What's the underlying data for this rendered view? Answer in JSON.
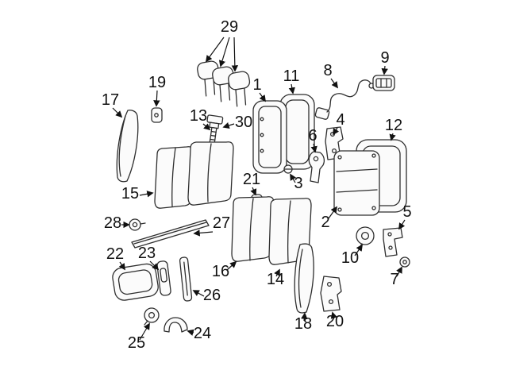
{
  "diagram": {
    "kind": "exploded-parts-line-drawing",
    "colors": {
      "background": "#ffffff",
      "line": "#2e2e2e",
      "leader": "#111111",
      "label": "#111111",
      "part_fill": "#fbfbfb"
    },
    "labels": [
      {
        "num": "1"
      },
      {
        "num": "2"
      },
      {
        "num": "3"
      },
      {
        "num": "4"
      },
      {
        "num": "5"
      },
      {
        "num": "6"
      },
      {
        "num": "7"
      },
      {
        "num": "8"
      },
      {
        "num": "9"
      },
      {
        "num": "10"
      },
      {
        "num": "11"
      },
      {
        "num": "12"
      },
      {
        "num": "13"
      },
      {
        "num": "14"
      },
      {
        "num": "15"
      },
      {
        "num": "16"
      },
      {
        "num": "17"
      },
      {
        "num": "18"
      },
      {
        "num": "19"
      },
      {
        "num": "20"
      },
      {
        "num": "21"
      },
      {
        "num": "22"
      },
      {
        "num": "23"
      },
      {
        "num": "24"
      },
      {
        "num": "25"
      },
      {
        "num": "26"
      },
      {
        "num": "27"
      },
      {
        "num": "28"
      },
      {
        "num": "29"
      },
      {
        "num": "30"
      }
    ]
  }
}
